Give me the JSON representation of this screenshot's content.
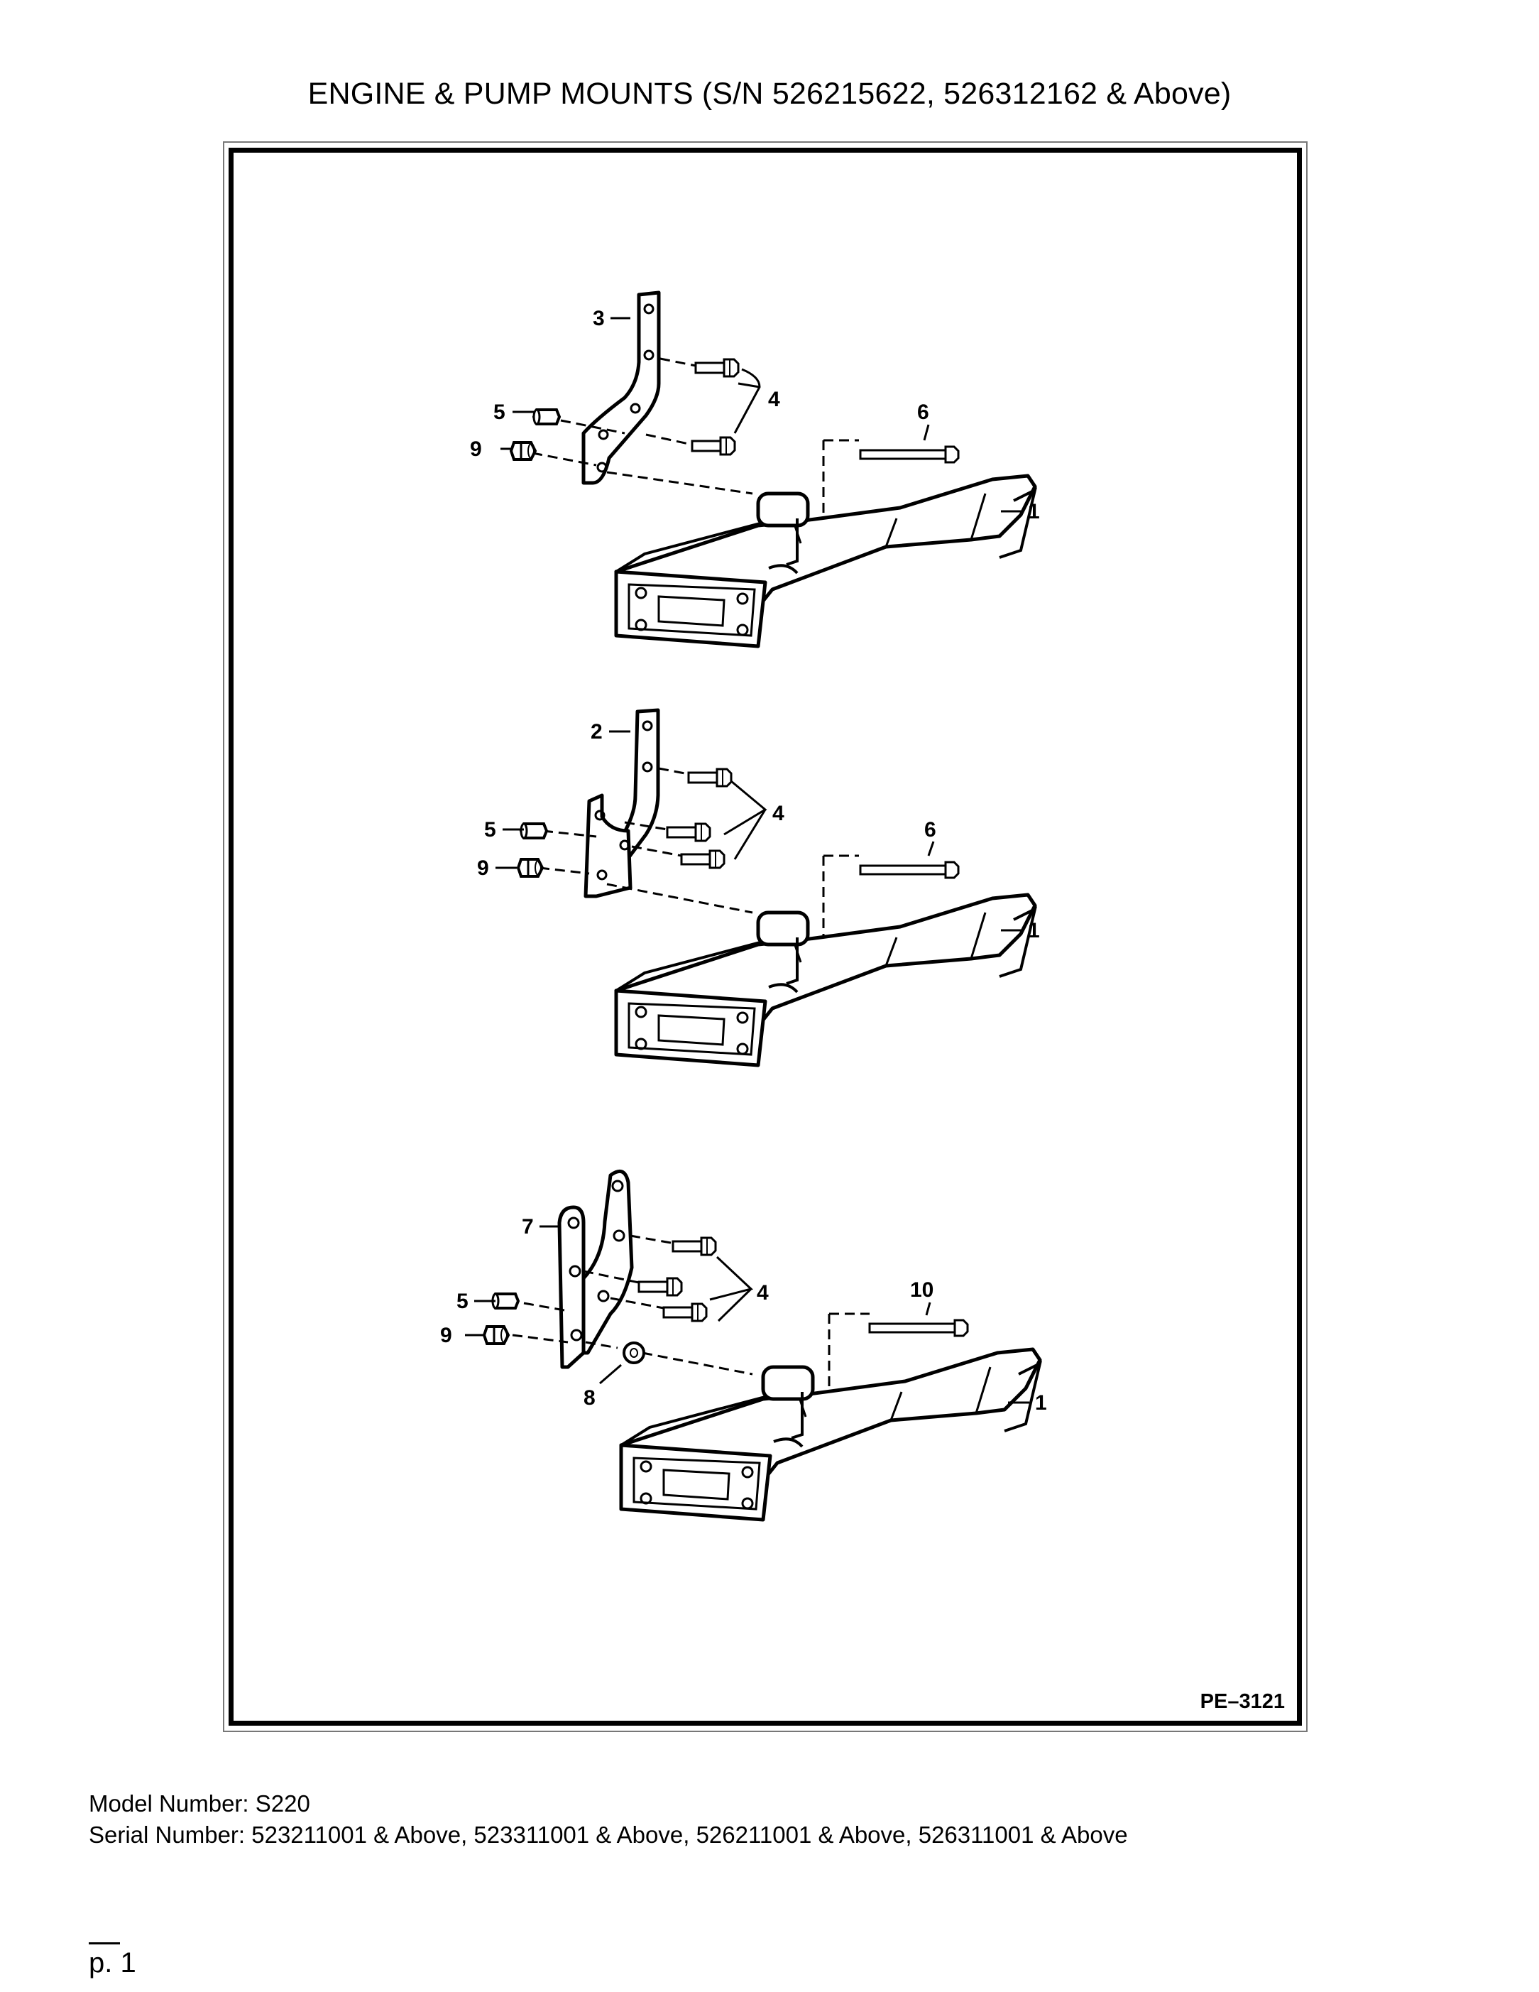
{
  "document": {
    "title": "ENGINE & PUMP MOUNTS (S/N 526215622, 526312162 & Above)",
    "figure_code": "PE–3121",
    "model_line": "Model Number: S220",
    "serial_line": "Serial Number: 523211001 & Above, 523311001 & Above, 526211001 & Above, 526311001 & Above",
    "page_number": "p. 1"
  },
  "assemblies": [
    {
      "callouts": {
        "bracket": "3",
        "spacer": "5",
        "nut": "9",
        "bolts": "4",
        "long_bolt": "6",
        "mount": "1"
      }
    },
    {
      "callouts": {
        "bracket": "2",
        "spacer": "5",
        "nut": "9",
        "bolts": "4",
        "long_bolt": "6",
        "mount": "1"
      }
    },
    {
      "callouts": {
        "bracket": "7",
        "spacer": "5",
        "nut": "9",
        "bolts": "4",
        "long_bolt": "10",
        "washer": "8",
        "mount": "1"
      }
    }
  ]
}
